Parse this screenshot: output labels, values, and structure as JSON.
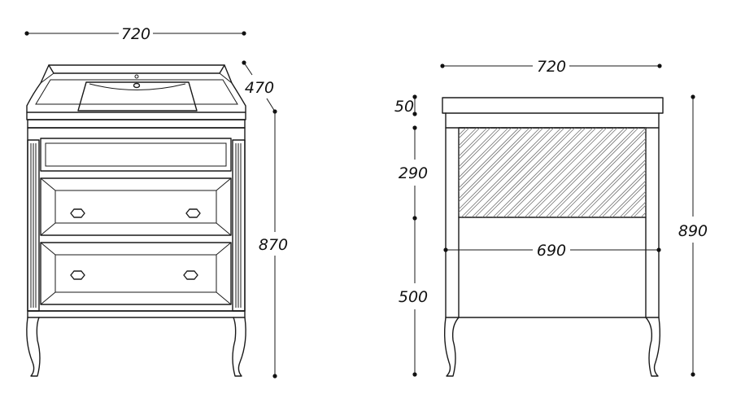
{
  "front_view": {
    "width_label": "720",
    "depth_label": "470",
    "height_label": "870"
  },
  "side_view": {
    "width_label": "720",
    "top_thickness_label": "50",
    "upper_section_label": "290",
    "inner_width_label": "690",
    "lower_section_label": "500",
    "total_height_label": "890"
  }
}
